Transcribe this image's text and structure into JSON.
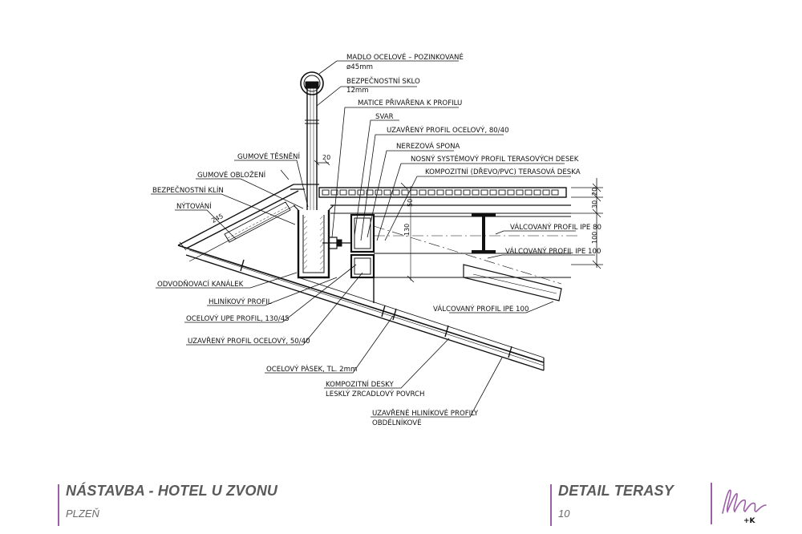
{
  "labels": {
    "madlo": "MADLO OCELOVÉ – POZINKOVANÉ",
    "madlo_dim": "ø45mm",
    "sklo": "BEZPEČNOSTNÍ SKLO",
    "sklo_dim": "12mm",
    "matice": "MATICE PŘIVAŘENA K PROFILU",
    "svar": "SVAR",
    "uzavreny_80_40": "UZAVŘENÝ PROFIL OCELOVÝ, 80/40",
    "nerezova_spona": "NEREZOVÁ SPONA",
    "nosny_system": "NOSNÝ SYSTÉMOVÝ PROFIL TERASOVÝCH DESEK",
    "kompozitni_terasova": "KOMPOZITNÍ (DŘEVO/PVC) TERASOVÁ DESKA",
    "gumove_tesneni": "GUMOVÉ TĚSNĚNÍ",
    "gumove_oblozeni": "GUMOVÉ OBLOŽENÍ",
    "bezpecnostni_klin": "BEZPEČNOSTNÍ KLÍN",
    "nytovani": "NÝTOVÁNÍ",
    "ipe80": "VÁLCOVANÝ PROFIL IPE 80",
    "ipe100_a": "VÁLCOVANÝ PROFIL IPE 100",
    "ipe100_b": "VÁLCOVANÝ PROFIL IPE 100",
    "odvodnovaci": "ODVODŇOVACÍ KANÁLEK",
    "hlinikovy": "HLINÍKOVÝ PROFIL",
    "upe": "OCELOVÝ UPE PROFIL, 130/45",
    "uzavreny_50_40": "UZAVŘENÝ PROFIL OCELOVÝ, 50/40",
    "pasek": "OCELOVÝ PÁSEK, TL. 2mm",
    "kompozitni_desky_1": "KOMPOZITNÍ DESKY",
    "kompozitni_desky_2": "LESKLÝ ZRCADLOVÝ POVRCH",
    "hlinikove_profily_1": "UZAVŘENÉ HLINÍKOVÉ PROFILY",
    "hlinikove_profily_2": "OBDÉLNÍKOVÉ"
  },
  "dimensions": {
    "d20_top": "20",
    "d245": "245",
    "d50": "50",
    "d130": "130",
    "r20": "20",
    "r30": "30",
    "r100": "100"
  },
  "footer": {
    "project_title": "NÁSTAVBA - HOTEL U ZVONU",
    "project_city": "PLZEŇ",
    "sheet_title": "DETAIL TERASY",
    "sheet_number": "10",
    "logo_mark": "+K"
  },
  "colors": {
    "accent": "#9b5fa6",
    "footer_text": "#5a5a5a",
    "line": "#111111"
  }
}
